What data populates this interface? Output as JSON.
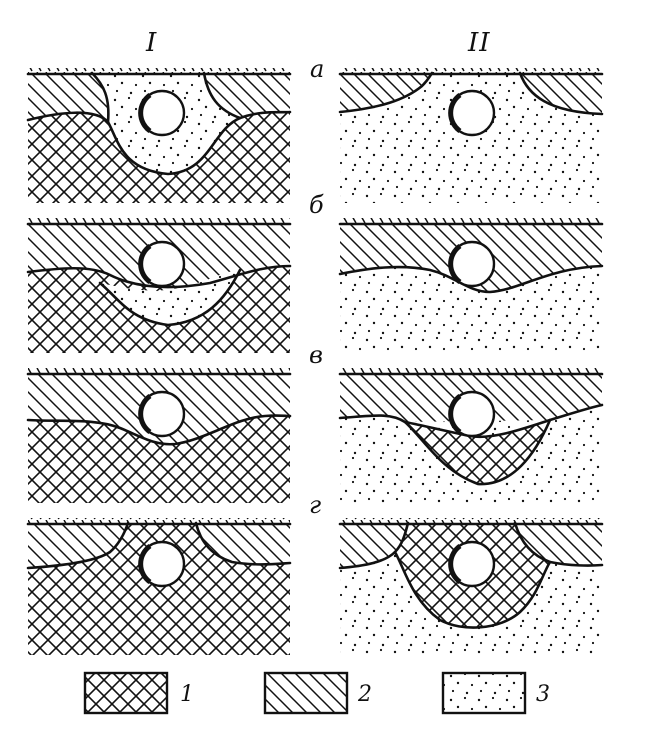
{
  "columns": [
    "I",
    "II"
  ],
  "rows": [
    "а",
    "б",
    "в",
    "г"
  ],
  "legend": [
    {
      "number": "1",
      "pattern": "crosshatch"
    },
    {
      "number": "2",
      "pattern": "diagonal-hatch"
    },
    {
      "number": "3",
      "pattern": "dots"
    }
  ]
}
